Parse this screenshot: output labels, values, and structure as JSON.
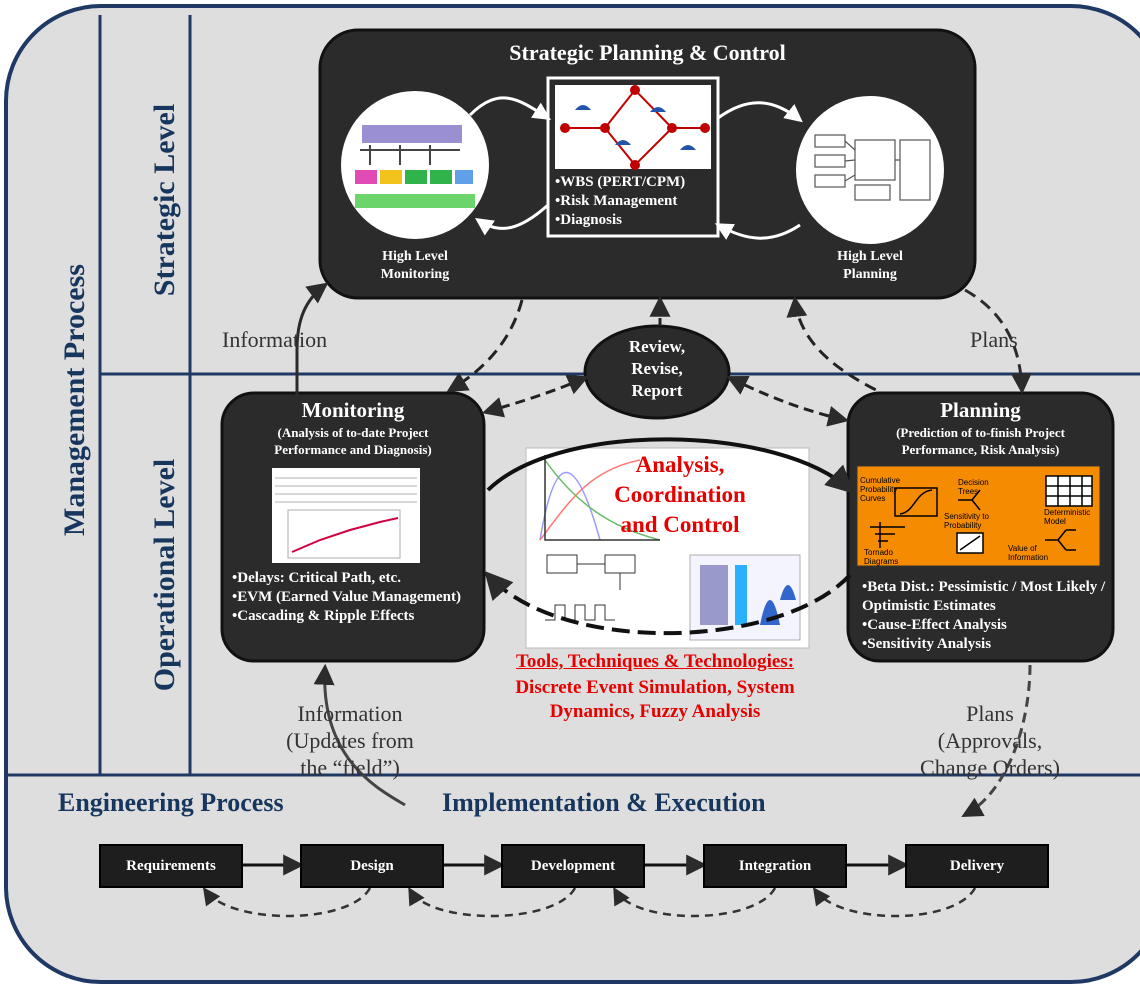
{
  "swimlanes": {
    "outer_label": "Management Process",
    "strategic_label": "Strategic Level",
    "operational_label": "Operational Level",
    "engineering_label": "Engineering Process"
  },
  "strategic_box": {
    "title": "Strategic Planning & Control",
    "bullets": [
      "WBS (PERT/CPM)",
      "Risk Management",
      "Diagnosis"
    ],
    "left_caption": [
      "High Level",
      "Monitoring"
    ],
    "right_caption": [
      "High Level",
      "Planning"
    ]
  },
  "review": [
    "Review,",
    "Revise,",
    "Report"
  ],
  "flows": {
    "info_up": "Information",
    "plans_down": "Plans",
    "info_field": [
      "Information",
      "(Updates from",
      "the “field”)"
    ],
    "plans_approvals": [
      "Plans",
      "(Approvals,",
      "Change Orders)"
    ]
  },
  "monitoring": {
    "title": "Monitoring",
    "subtitle": [
      "(Analysis of to-date Project",
      "Performance and Diagnosis)"
    ],
    "bullets": [
      "Delays: Critical Path, etc.",
      "EVM (Earned Value Management)",
      "Cascading & Ripple Effects"
    ]
  },
  "planning": {
    "title": "Planning",
    "subtitle": [
      "(Prediction of to-finish Project",
      "Performance, Risk Analysis)"
    ],
    "bullets": [
      "Beta Dist.: Pessimistic / Most Likely / Optimistic Estimates",
      "Cause-Effect Analysis",
      "Sensitivity Analysis"
    ],
    "panel_labels": {
      "cumulative": "Cumulative Probability Curves",
      "decision": "Decision Trees",
      "deterministic": "Deterministic Model",
      "sensitivity": "Sensitivity to Probability",
      "tornado": "Tornado Diagrams",
      "value": "Value of Information"
    }
  },
  "center": {
    "analysis": [
      "Analysis,",
      "Coordination",
      "and Control"
    ],
    "tools_title": "Tools, Techniques & Technologies:",
    "tools_body": [
      "Discrete Event Simulation, System",
      "Dynamics, Fuzzy Analysis"
    ]
  },
  "implementation": {
    "title": "Implementation & Execution",
    "steps": [
      "Requirements",
      "Design",
      "Development",
      "Integration",
      "Delivery"
    ]
  }
}
